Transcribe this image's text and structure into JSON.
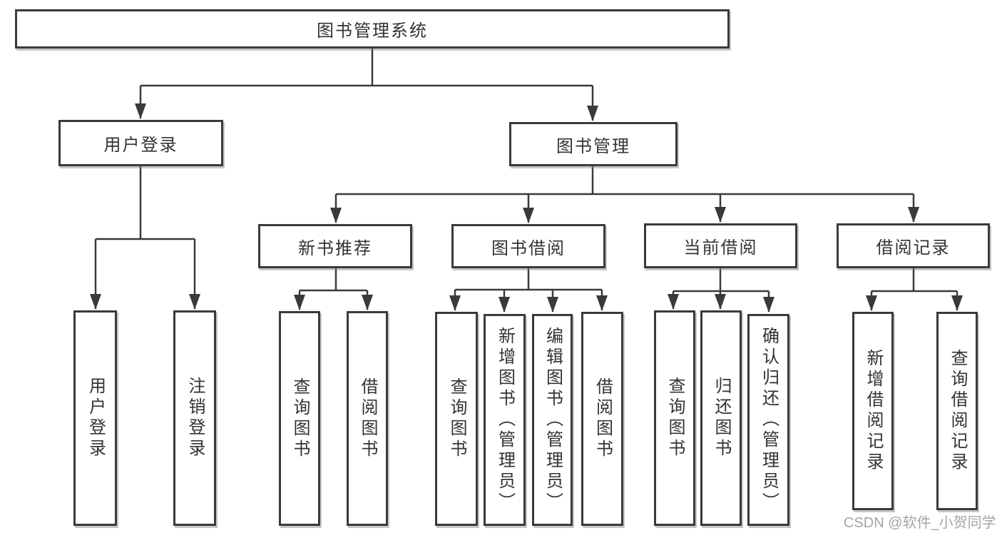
{
  "diagram_title": "图书管理系统",
  "root": {
    "label": "图书管理系统"
  },
  "level2": [
    {
      "label": "用户登录"
    },
    {
      "label": "图书管理"
    }
  ],
  "level3": [
    {
      "label": "新书推荐"
    },
    {
      "label": "图书借阅"
    },
    {
      "label": "当前借阅"
    },
    {
      "label": "借阅记录"
    }
  ],
  "leaves": {
    "user_login": [
      {
        "label": "用户登录"
      },
      {
        "label": "注销登录"
      }
    ],
    "new_book_recommend": [
      {
        "label": "查询图书"
      },
      {
        "label": "借阅图书"
      }
    ],
    "book_borrowing": [
      {
        "label": "查询图书"
      },
      {
        "label": "新增图书（管理员）"
      },
      {
        "label": "编辑图书（管理员）"
      },
      {
        "label": "借阅图书"
      }
    ],
    "current_borrowing": [
      {
        "label": "查询图书"
      },
      {
        "label": "归还图书"
      },
      {
        "label": "确认归还（管理员）"
      }
    ],
    "borrow_records": [
      {
        "label": "新增借阅记录"
      },
      {
        "label": "查询借阅记录"
      }
    ]
  },
  "watermark": "CSDN @软件_小贺同学",
  "colors": {
    "line": "#3a3a3a",
    "border": "#3a3a3a",
    "text": "#333333",
    "background": "#ffffff",
    "watermark": "#9b9b9b"
  }
}
